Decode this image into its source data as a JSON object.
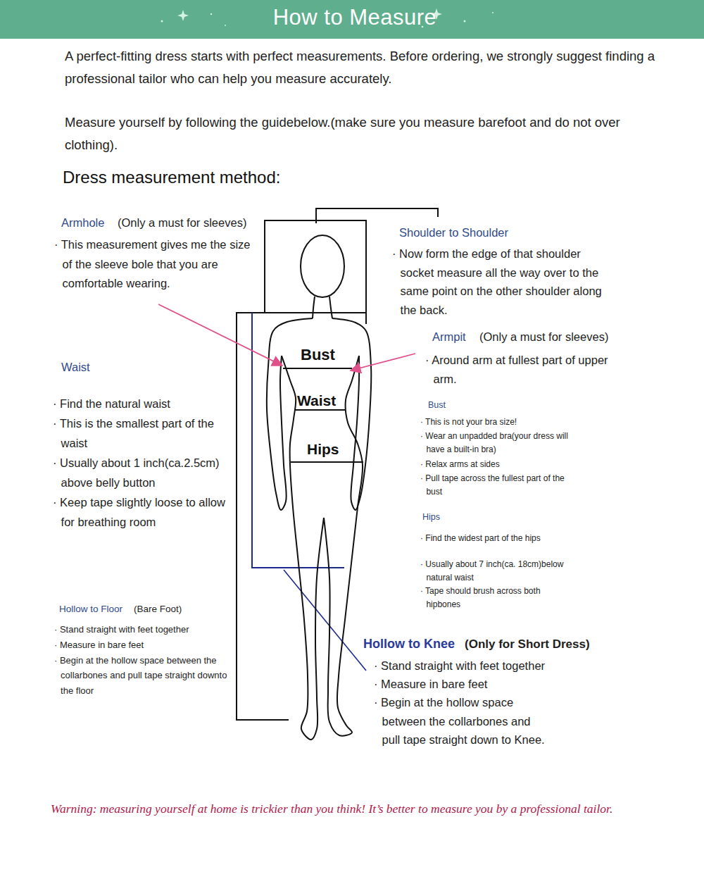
{
  "diagram": {
    "title": "How to Measure",
    "labels": [
      "A perfect-fitting dress starts with perfect measurements. Before ordering, we strongly suggest finding a professional tailor who can help you measure accurately.",
      "Measure yourself by following the guidebelow.(make sure you measure barefoot and do not over clothing).",
      "Dress measurement method:",
      "Armhole",
      "(Only a must for sleeves)",
      "· This measurement gives me the size of the sleeve bole that you are comfortable wearing.",
      "Shoulder to Shoulder",
      "· Now form the edge of that shoulder socket measure all the way over to the same point on the other shoulder along the back.",
      "Armpit",
      "(Only a must for sleeves)",
      "· Around arm at fullest part of upper arm.",
      "Waist",
      "· Find the natural waist",
      "· This is the smallest part of the waist",
      "· Usually about 1 inch(ca.2.5cm) above belly button",
      "· Keep tape slightly loose to allow for breathing room",
      "Bust",
      "· This is not your bra size!",
      "· Wear an unpadded bra(your dress will have a built-in bra)",
      "· Relax arms at sides",
      "· Pull tape across the fullest part of the bust",
      "Hips",
      "· Find the widest part of the hips",
      "· Usually about 7 inch(ca. 18cm)below natural waist",
      "· Tape should brush across both hipbones",
      "Hollow to Floor",
      "(Bare Foot)",
      "· Stand straight with feet together",
      "· Measure in bare feet",
      "· Begin at the hollow space between the collarbones and pull tape straight downto the floor",
      "Hollow to Knee",
      "(Only for Short Dress)",
      "· Stand straight with feet together",
      "· Measure in bare feet",
      "· Begin at the hollow space between the collarbones and pull tape straight down to Knee.",
      "Bust",
      "Waist",
      "Hips",
      "Warning: measuring yourself at home is trickier than you think! It’s better to measure you by a professional tailor."
    ]
  }
}
